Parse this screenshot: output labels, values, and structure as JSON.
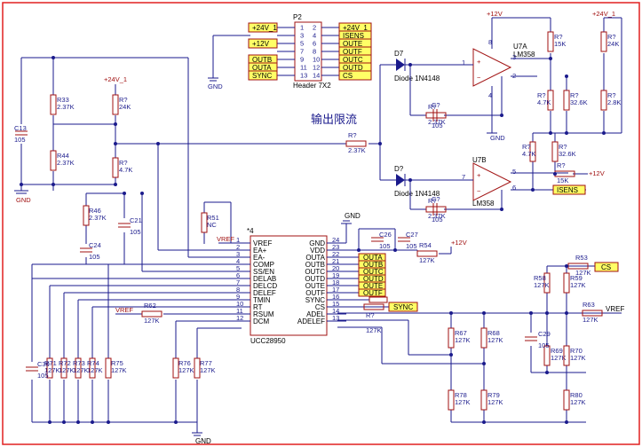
{
  "header": {
    "ref": "P2",
    "name": "Header 7X2",
    "pins_left": [
      "1",
      "3",
      "5",
      "7",
      "9",
      "11",
      "13"
    ],
    "pins_right": [
      "2",
      "4",
      "6",
      "8",
      "10",
      "12",
      "14"
    ],
    "ports_left": [
      "+24V_1",
      "",
      "+12V",
      "",
      "OUTB",
      "OUTA",
      "SYNC"
    ],
    "ports_right": [
      "+24V_1",
      "ISENS",
      "OUTE",
      "OUTF",
      "OUTC",
      "OUTD",
      "CS"
    ]
  },
  "annotation": "输出限流",
  "ic": {
    "ref": "*4",
    "name": "UCC28950",
    "left_pins": [
      {
        "num": "1",
        "name": "VREF"
      },
      {
        "num": "2",
        "name": "EA+"
      },
      {
        "num": "3",
        "name": "EA-"
      },
      {
        "num": "4",
        "name": "COMP"
      },
      {
        "num": "5",
        "name": "SS/EN"
      },
      {
        "num": "6",
        "name": "DELAB"
      },
      {
        "num": "7",
        "name": "DELCD"
      },
      {
        "num": "8",
        "name": "DELEF"
      },
      {
        "num": "9",
        "name": "TMIN"
      },
      {
        "num": "10",
        "name": "RT"
      },
      {
        "num": "11",
        "name": "RSUM"
      },
      {
        "num": "12",
        "name": "DCM"
      }
    ],
    "right_pins": [
      {
        "num": "24",
        "name": "GND"
      },
      {
        "num": "23",
        "name": "VDD"
      },
      {
        "num": "22",
        "name": "OUTA"
      },
      {
        "num": "21",
        "name": "OUTB"
      },
      {
        "num": "20",
        "name": "OUTC"
      },
      {
        "num": "19",
        "name": "OUTD"
      },
      {
        "num": "18",
        "name": "OUTE"
      },
      {
        "num": "17",
        "name": "OUTF"
      },
      {
        "num": "16",
        "name": "SYNC"
      },
      {
        "num": "15",
        "name": "CS"
      },
      {
        "num": "14",
        "name": "ADEL"
      },
      {
        "num": "13",
        "name": "ADELEF"
      }
    ],
    "output_ports": [
      "OUTA",
      "OUTB",
      "OUTC",
      "OUTD",
      "OUTE",
      "OUTF"
    ]
  },
  "opamps": [
    {
      "ref": "U7A",
      "name": "LM358",
      "in_plus": "3",
      "in_minus": "2",
      "out": "1",
      "vcc": "8",
      "gnd": "4"
    },
    {
      "ref": "U7B",
      "name": "LM358",
      "in_plus": "5",
      "in_minus": "6",
      "out": "7"
    }
  ],
  "diodes": [
    {
      "ref": "D7",
      "name": "Diode 1N4148"
    },
    {
      "ref": "D?",
      "name": "Diode 1N4148"
    }
  ],
  "nets": {
    "vref": "VREF",
    "gnd": "GND",
    "p12": "+12V",
    "p24": "+24V_1",
    "isens": "ISENS",
    "cs": "CS",
    "sync": "SYNC"
  },
  "resistors": [
    {
      "ref": "R33",
      "value": "2.37K"
    },
    {
      "ref": "R44",
      "value": "2.37K"
    },
    {
      "ref": "R?",
      "value": "24K"
    },
    {
      "ref": "R?",
      "value": "4.7K"
    },
    {
      "ref": "R46",
      "value": "2.37K"
    },
    {
      "ref": "R51",
      "value": "NC"
    },
    {
      "ref": "R?",
      "value": "2.37K"
    },
    {
      "ref": "R?",
      "value": "2.37K"
    },
    {
      "ref": "R?",
      "value": "2.37K"
    },
    {
      "ref": "R?",
      "value": "15K"
    },
    {
      "ref": "R?",
      "value": "4.7K"
    },
    {
      "ref": "R?",
      "value": "32.6K"
    },
    {
      "ref": "R?",
      "value": "2.8K"
    },
    {
      "ref": "R?",
      "value": "24K"
    },
    {
      "ref": "R?",
      "value": "4.7K"
    },
    {
      "ref": "R?",
      "value": "32.6K"
    },
    {
      "ref": "R?",
      "value": "15K"
    },
    {
      "ref": "R54",
      "value": "127K"
    },
    {
      "ref": "R62",
      "value": "127K"
    },
    {
      "ref": "R?",
      "value": "127K"
    },
    {
      "ref": "R53",
      "value": "127K"
    },
    {
      "ref": "R58",
      "value": "127K"
    },
    {
      "ref": "R59",
      "value": "127K"
    },
    {
      "ref": "R63",
      "value": "127K"
    },
    {
      "ref": "R67",
      "value": "127K"
    },
    {
      "ref": "R68",
      "value": "127K"
    },
    {
      "ref": "R69",
      "value": "127K"
    },
    {
      "ref": "R70",
      "value": "127K"
    },
    {
      "ref": "R78",
      "value": "127K"
    },
    {
      "ref": "R79",
      "value": "127K"
    },
    {
      "ref": "R80",
      "value": "127K"
    },
    {
      "ref": "R71",
      "value": "127K"
    },
    {
      "ref": "R72",
      "value": "127K"
    },
    {
      "ref": "R73",
      "value": "127K"
    },
    {
      "ref": "R74",
      "value": "127K"
    },
    {
      "ref": "R75",
      "value": "127K"
    },
    {
      "ref": "R76",
      "value": "127K"
    },
    {
      "ref": "R77",
      "value": "127K"
    }
  ],
  "capacitors": [
    {
      "ref": "C13",
      "value": "105"
    },
    {
      "ref": "C21",
      "value": "105"
    },
    {
      "ref": "C24",
      "value": "105"
    },
    {
      "ref": "C?",
      "value": "105"
    },
    {
      "ref": "C?",
      "value": "105"
    },
    {
      "ref": "C26",
      "value": "105"
    },
    {
      "ref": "C27",
      "value": "105"
    },
    {
      "ref": "C29",
      "value": "105"
    },
    {
      "ref": "C30",
      "value": "105"
    }
  ]
}
